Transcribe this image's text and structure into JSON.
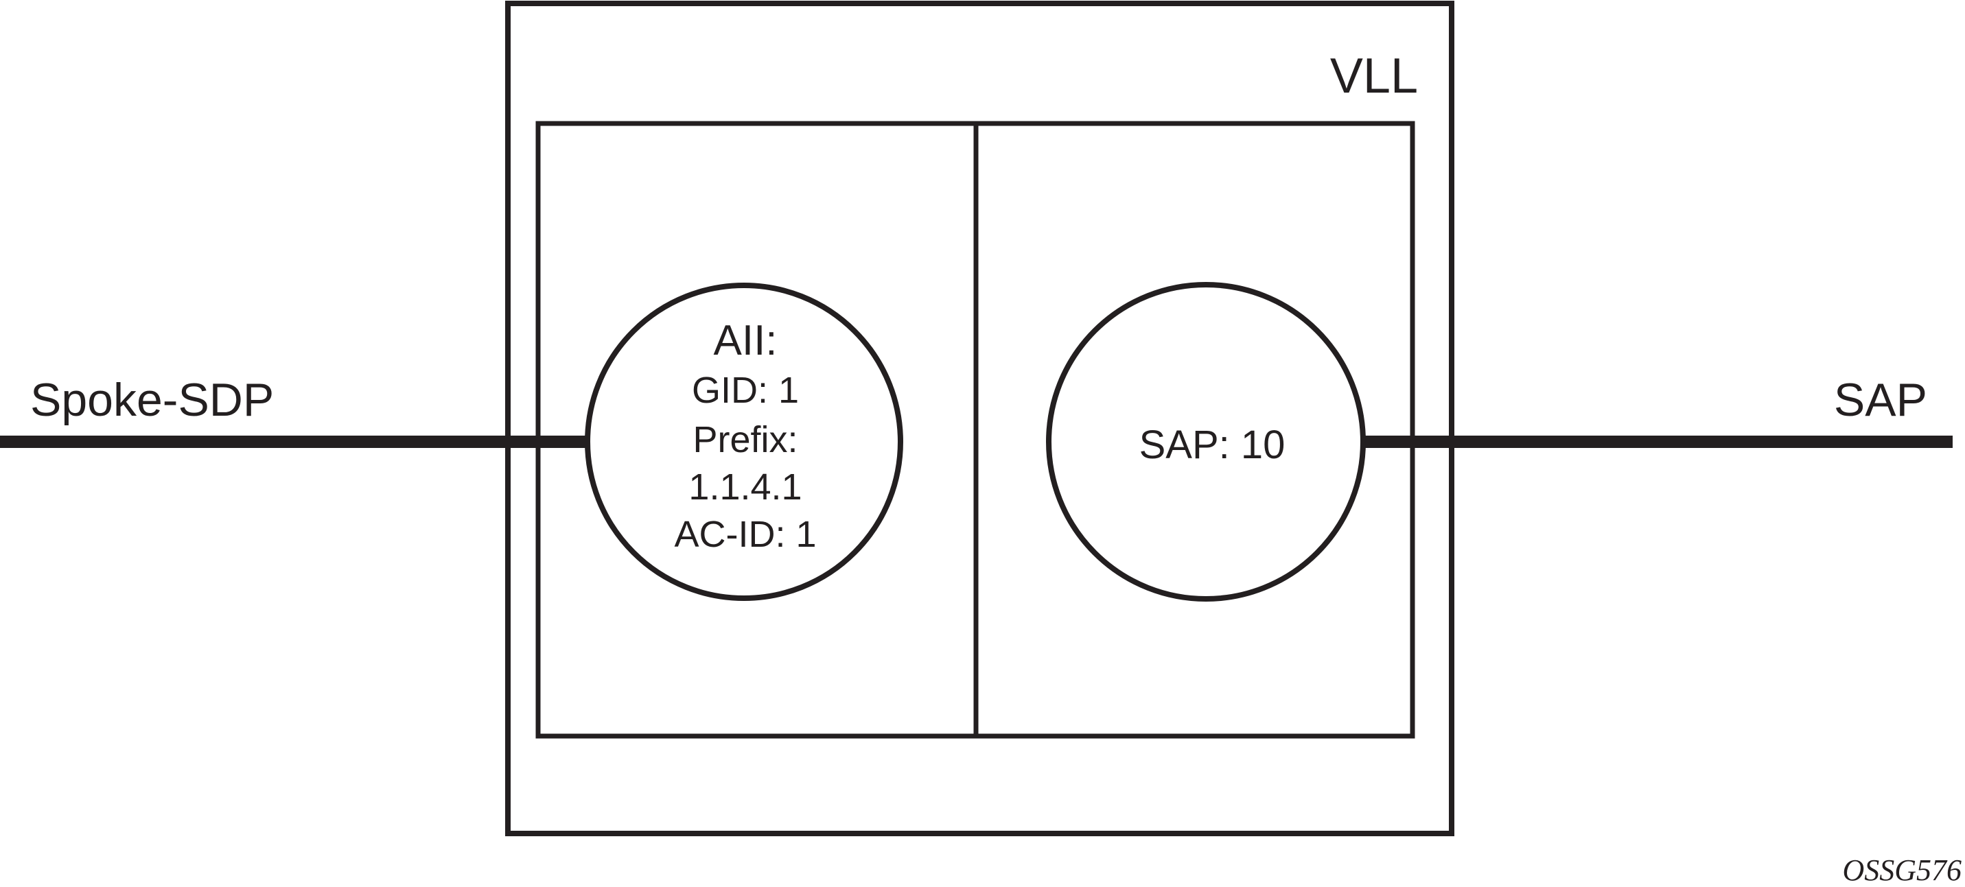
{
  "colors": {
    "stroke": "#231f20",
    "background": "#ffffff"
  },
  "spoke_sdp": {
    "label": "Spoke-SDP"
  },
  "sap_link": {
    "label": "SAP"
  },
  "vll": {
    "label": "VLL"
  },
  "aii_circle": {
    "title": "AII:",
    "lines": [
      "GID: 1",
      "Prefix:",
      "1.1.4.1",
      "AC-ID: 1"
    ]
  },
  "sap_circle": {
    "label": "SAP: 10"
  },
  "figure_id": "OSSG576"
}
